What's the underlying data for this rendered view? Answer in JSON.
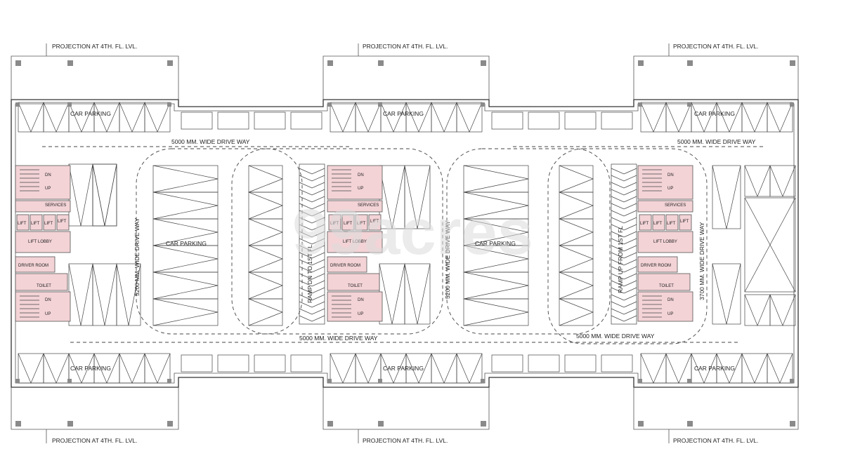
{
  "labels": {
    "projection": "PROJECTION AT 4TH. FL. LVL.",
    "car_parking": "CAR PARKING",
    "drive_5000": "5000 MM. WIDE DRIVE WAY",
    "drive_5200": "5200 MM. WIDE DRIVE WAY",
    "drive_3700": "3700 MM. WIDE DRIVE WAY",
    "ramp_down": "RAMP DN TO 1ST FL",
    "ramp_up": "RAMP UP FROM 1ST FL",
    "lift_lobby": "LIFT LOBBY",
    "lift": "LIFT",
    "services": "SERVICES",
    "driver_room": "DRIVER ROOM",
    "toilet": "TOILET",
    "dn": "DN",
    "up": "UP"
  },
  "watermark": "99acres",
  "colors": {
    "core": "#f3d3d6",
    "line": "#333333",
    "column": "#8a8a8a"
  }
}
